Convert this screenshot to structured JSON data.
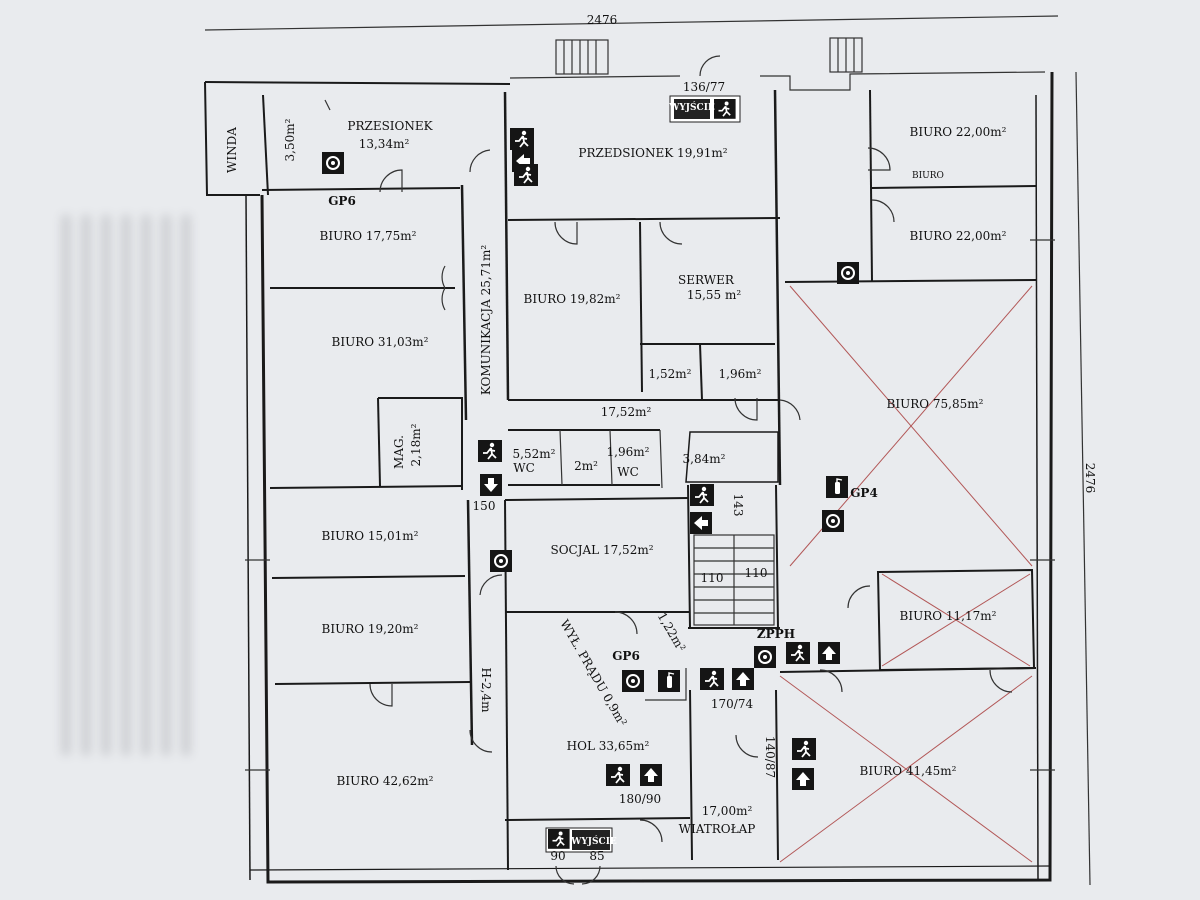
{
  "dimensions": {
    "top": "2476",
    "right": "2476"
  },
  "rooms": {
    "winda": "WINDA",
    "przesionek_area_small": "3,50m²",
    "przesionek_name": "PRZESIONEK",
    "przesionek_area": "13,34m²",
    "przedsionek": "PRZEDSIONEK 19,91m²",
    "biuro_22a": "BIURO 22,00m²",
    "biuro_22b": "BIURO 22,00m²",
    "biuro_small": "BIURO",
    "gp6_top": "GP6",
    "biuro_17_75": "BIURO 17,75m²",
    "komunikacja": "KOMUNIKACJA 25,71m²",
    "biuro_19_82": "BIURO 19,82m²",
    "serwer_name": "SERWER",
    "serwer_area": "15,55 m²",
    "biuro_31_03": "BIURO 31,03m²",
    "area_1_52": "1,52m²",
    "area_1_96_top": "1,96m²",
    "biuro_75_85": "BIURO 75,85m²",
    "mag_name": "MAG.",
    "mag_area": "2,18m²",
    "area_17_52_small": "17,52m²",
    "wc1_area": "5,52m²",
    "wc1": "WC",
    "area_2": "2m²",
    "wc2_area": "1,96m²",
    "wc2": "WC",
    "area_3_84": "3,84m²",
    "gp4": "GP4",
    "d150": "150",
    "d143": "143",
    "biuro_15_01": "BIURO 15,01m²",
    "socjal": "SOCJAL 17,52m²",
    "d110a": "110",
    "d110b": "110",
    "biuro_11_17": "BIURO 11,17m²",
    "biuro_19_20": "BIURO 19,20m²",
    "area_1_22": "1,22m²",
    "wyl_pradu": "WYŁ. PRĄDU 0,9m²",
    "gp6_bottom": "GP6",
    "zpph": "ZPPH",
    "h_2_4": "H-2,4m",
    "d170_74": "170/74",
    "d140_87": "140/87",
    "biuro_42_62": "BIURO 42,62m²",
    "hol": "HOL 33,65m²",
    "biuro_41_45": "BIURO 41,45m²",
    "d180_90": "180/90",
    "area_17_00": "17,00m²",
    "wiatrolap": "WIATROŁAP",
    "d136_77": "136/77",
    "d90": "90",
    "d85": "85"
  },
  "signs": {
    "exit_top": "WYJŚCIE",
    "exit_bottom": "WYJŚCIE"
  },
  "icons": [
    "running-man-exit-sign",
    "arrow-up-sign",
    "arrow-down-sign",
    "arrow-left-sign",
    "fire-extinguisher-sign",
    "fire-hose-sign"
  ]
}
